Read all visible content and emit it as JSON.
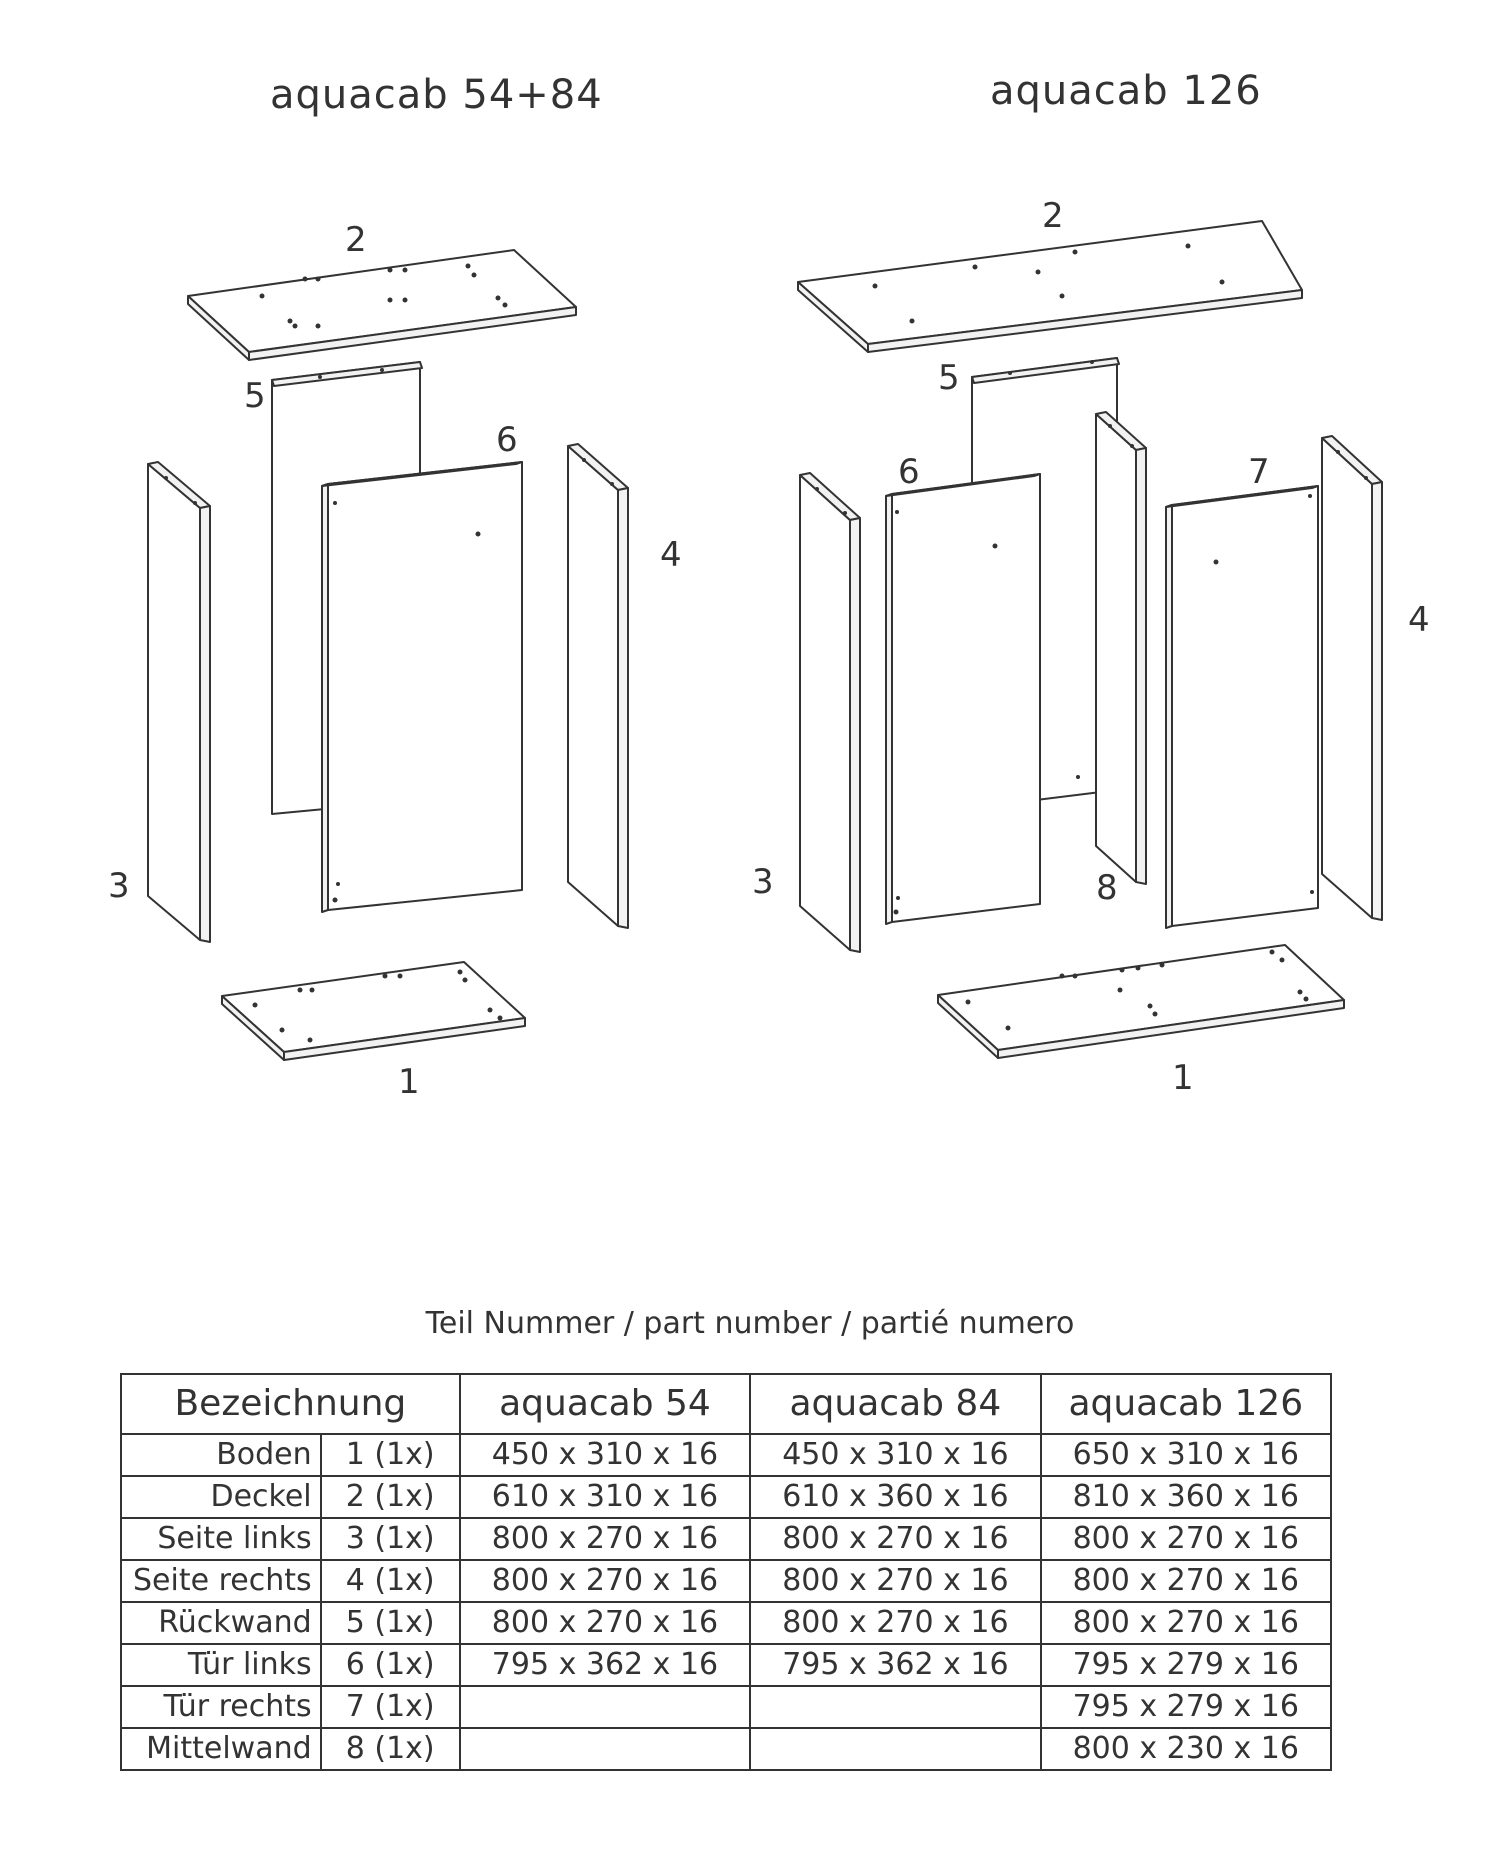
{
  "titles": {
    "left": "aquacab 54+84",
    "right": "aquacab 126"
  },
  "labels_left": [
    "2",
    "5",
    "6",
    "4",
    "3",
    "1"
  ],
  "labels_right": [
    "2",
    "5",
    "6",
    "7",
    "4",
    "3",
    "8",
    "1"
  ],
  "subtitle": "Teil Nummer / part number / partié numero",
  "table": {
    "headers": [
      "Bezeichnung",
      "aquacab 54",
      "aquacab 84",
      "aquacab 126"
    ],
    "rows": [
      {
        "name": "Boden",
        "num": "1 (1x)",
        "a54": "450 x 310 x 16",
        "a84": "450 x 310 x 16",
        "a126": "650 x 310 x 16"
      },
      {
        "name": "Deckel",
        "num": "2 (1x)",
        "a54": "610 x 310 x 16",
        "a84": "610 x 360 x 16",
        "a126": "810 x 360 x 16"
      },
      {
        "name": "Seite links",
        "num": "3 (1x)",
        "a54": "800 x 270 x 16",
        "a84": "800 x 270 x 16",
        "a126": "800 x 270 x 16"
      },
      {
        "name": "Seite rechts",
        "num": "4 (1x)",
        "a54": "800 x 270 x 16",
        "a84": "800 x 270 x 16",
        "a126": "800 x 270 x 16"
      },
      {
        "name": "Rückwand",
        "num": "5 (1x)",
        "a54": "800 x 270 x 16",
        "a84": "800 x 270 x 16",
        "a126": "800 x 270 x 16"
      },
      {
        "name": "Tür links",
        "num": "6 (1x)",
        "a54": "795 x 362 x 16",
        "a84": "795 x 362 x 16",
        "a126": "795 x 279 x 16"
      },
      {
        "name": "Tür rechts",
        "num": "7 (1x)",
        "a54": "",
        "a84": "",
        "a126": "795 x 279 x 16"
      },
      {
        "name": "Mittelwand",
        "num": "8 (1x)",
        "a54": "",
        "a84": "",
        "a126": "800 x 230 x 16"
      }
    ]
  }
}
